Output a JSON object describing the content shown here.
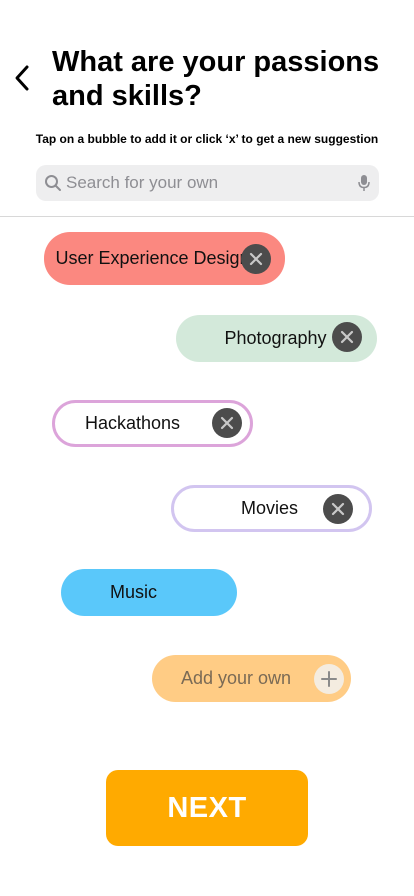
{
  "header": {
    "title": "What are your passions and skills?",
    "subtitle": "Tap on a bubble to add it or click ‘x’ to get a new suggestion"
  },
  "search": {
    "placeholder": "Search for your own",
    "value": ""
  },
  "bubbles": [
    {
      "label": "User Experience Design",
      "color": "#fb8880",
      "style": "filled",
      "action": "remove"
    },
    {
      "label": "Photography",
      "color": "#d3e9da",
      "style": "filled",
      "action": "remove"
    },
    {
      "label": "Hackathons",
      "color": "#dca4da",
      "style": "outlined",
      "action": "remove"
    },
    {
      "label": "Movies",
      "color": "#d2c5f0",
      "style": "outlined",
      "action": "remove"
    },
    {
      "label": "Music",
      "color": "#5ac8fa",
      "style": "filled",
      "action": "none"
    },
    {
      "label": "Add your own",
      "color": "#ffcc85",
      "style": "filled",
      "action": "add"
    }
  ],
  "icons": {
    "back": "chevron-left-icon",
    "search": "search-icon",
    "mic": "microphone-icon",
    "remove": "close-icon",
    "add": "plus-icon"
  },
  "next_button": {
    "label": "NEXT",
    "color": "#ffaa00"
  }
}
